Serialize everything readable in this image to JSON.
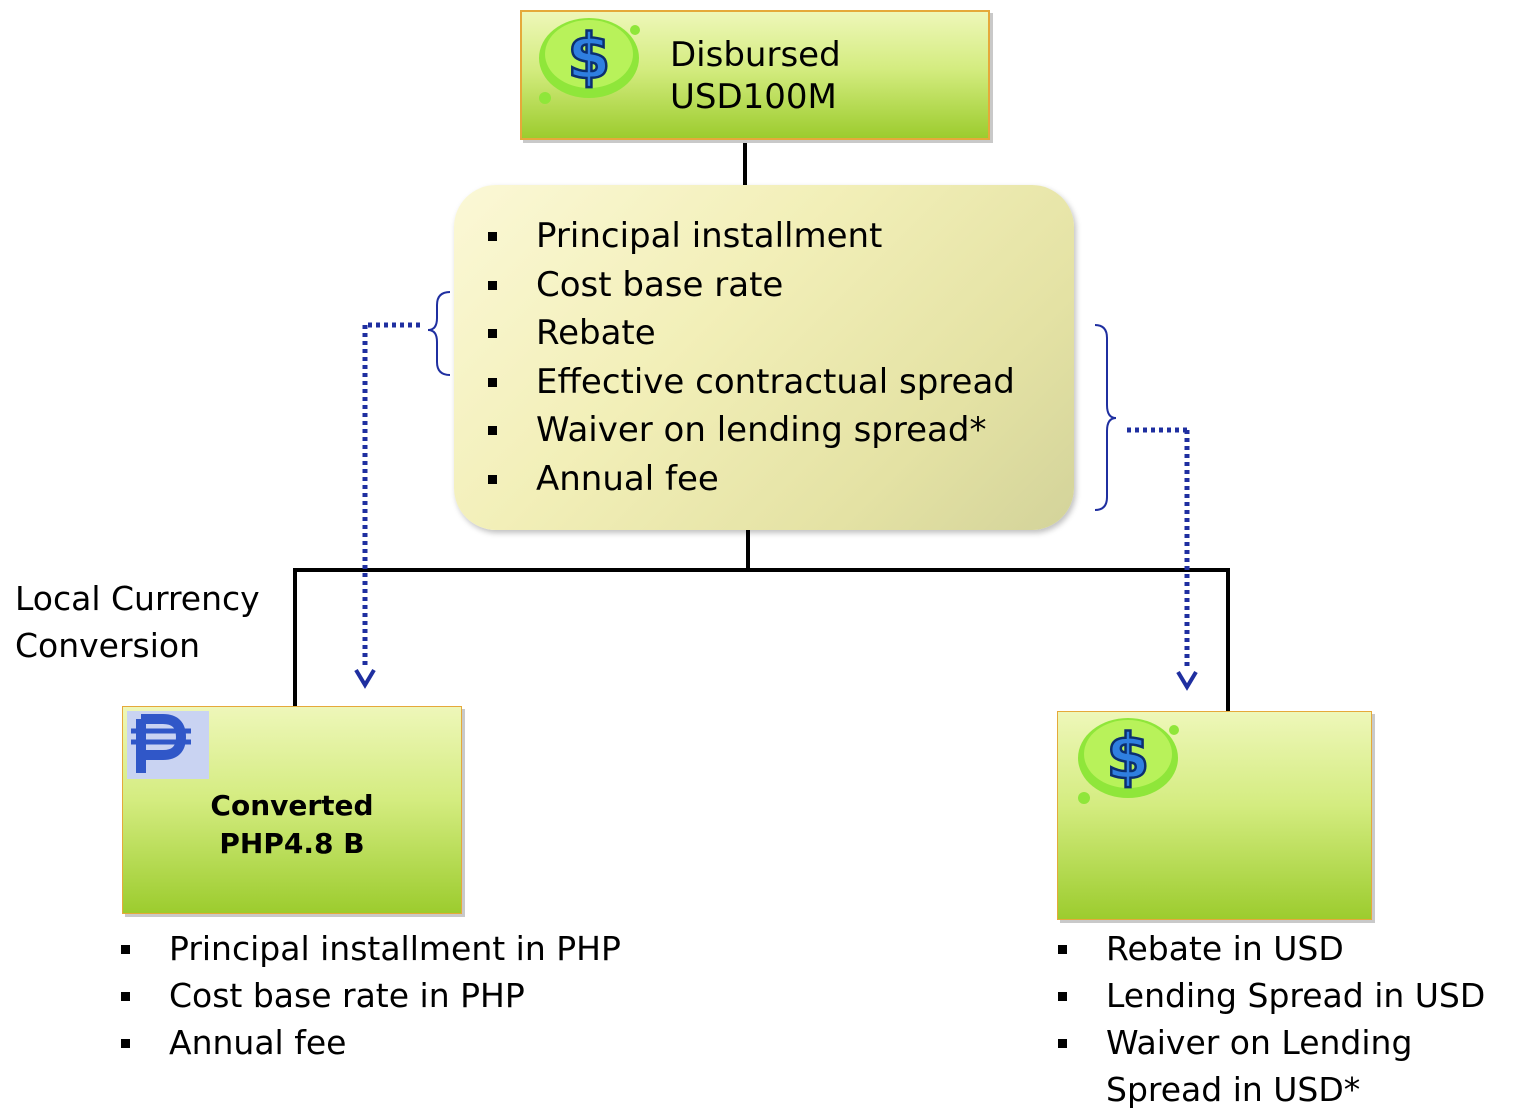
{
  "colors": {
    "box_green_light": "#eef7b9",
    "box_green_dark": "#9ccc2e",
    "box_border": "#e5a93a",
    "center_box": "#f2efb8",
    "dotted_arrow": "#1f2fa0",
    "connector": "#000000",
    "dollar_blob": "#8fe63a",
    "dollar_sign": "#2f7fe0",
    "peso_bg": "#c9d3f2",
    "peso_sign": "#3057c8"
  },
  "icons": {
    "top": "dollar-icon",
    "left": "peso-icon",
    "right": "dollar-icon"
  },
  "top_box": {
    "line1": "Disbursed",
    "line2": "USD100M"
  },
  "center_items": [
    "Principal installment",
    "Cost base rate",
    "Rebate",
    "Effective contractual spread",
    "Waiver on lending spread*",
    "Annual fee"
  ],
  "conversion_label": {
    "line1": "Local Currency",
    "line2": "Conversion"
  },
  "left_box": {
    "line1": "Converted",
    "line2": "PHP4.8 B"
  },
  "left_items": [
    "Principal installment in PHP",
    "Cost base rate in PHP",
    "Annual fee"
  ],
  "right_items": [
    "Rebate in USD",
    "Lending Spread in USD",
    "Waiver on Lending",
    "Spread in USD*"
  ]
}
